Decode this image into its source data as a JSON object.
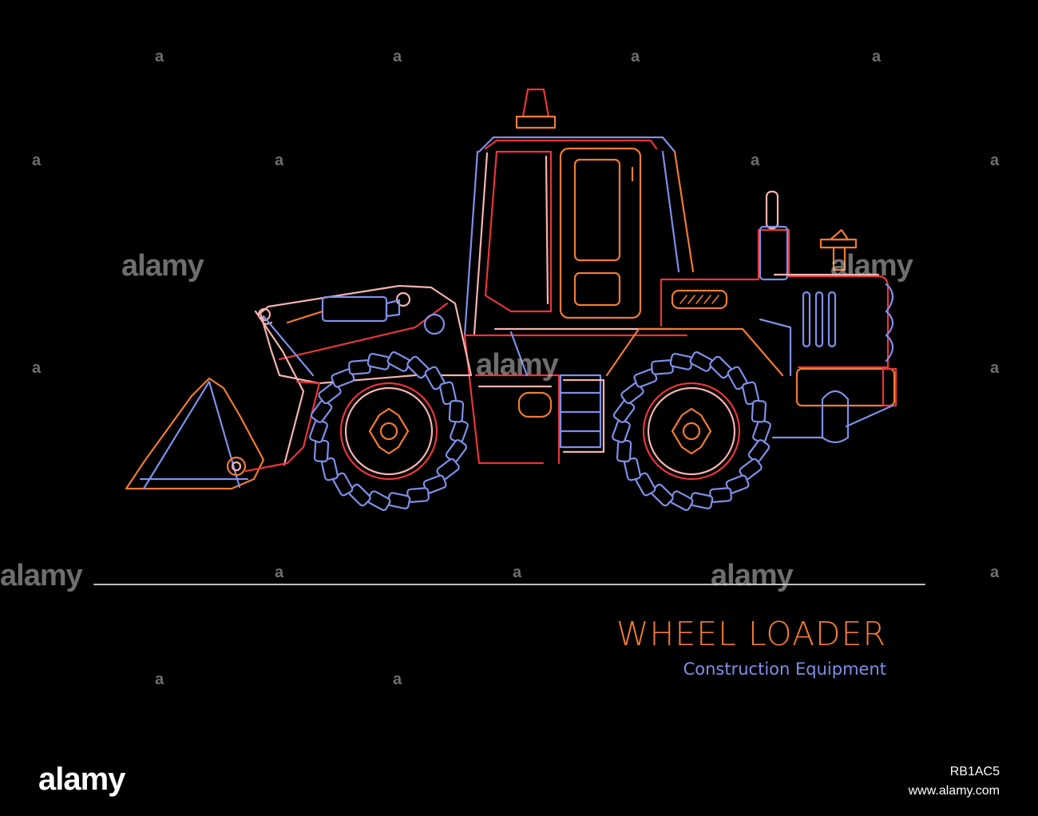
{
  "caption": {
    "title": "WHEEL LOADER",
    "subtitle": "Construction Equipment"
  },
  "colors": {
    "background": "#000000",
    "title": "#f07b33",
    "subtitle": "#7f8fe8",
    "red": "#e8353a",
    "orange": "#f07b33",
    "blue": "#7f8fe8",
    "pink": "#f3b4b0",
    "rule": "#bfbfbf"
  },
  "watermark": {
    "brand": "alamy",
    "mark": "a"
  },
  "footer": {
    "logo": "alamy",
    "image_id": "RB1AC5",
    "url": "www.alamy.com"
  }
}
